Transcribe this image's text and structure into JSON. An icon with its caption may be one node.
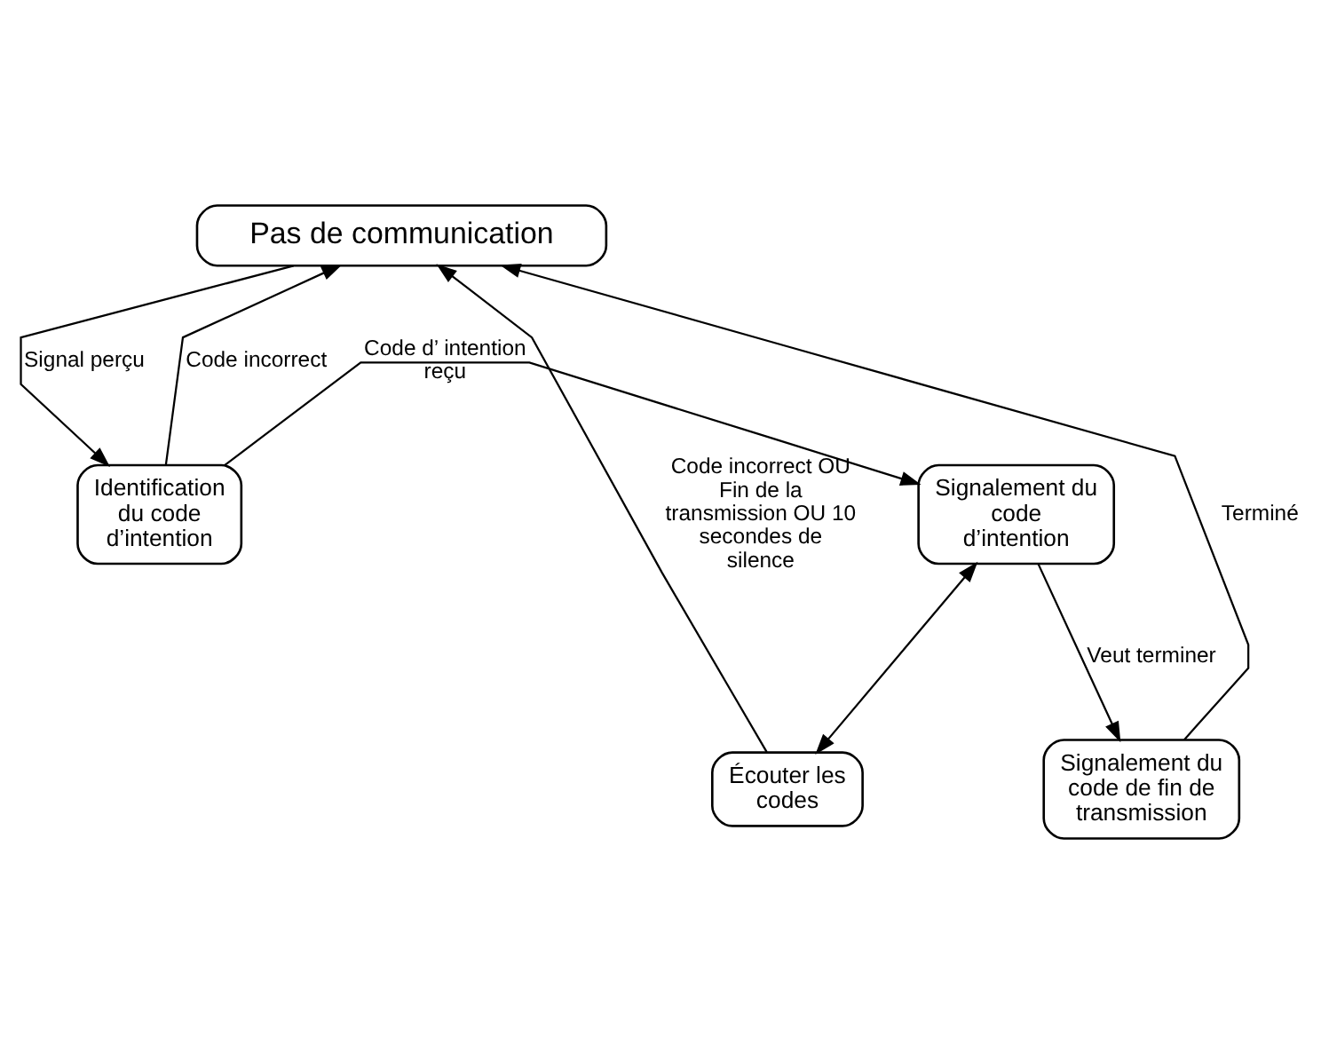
{
  "diagram": {
    "nodes": [
      {
        "text": [
          "Pas de communication"
        ]
      },
      {
        "text": [
          "Identification du code d’intention"
        ]
      },
      {
        "text": [
          "Signalement du code d’intention"
        ]
      },
      {
        "text": [
          "Écouter les codes"
        ]
      },
      {
        "text": [
          "Signalement du code de fin de transmission"
        ]
      }
    ],
    "edges": [
      {
        "from": 3,
        "to": 0,
        "arrow": "to",
        "label": "Code incorrect OU Fin de la transmission OU 10 secondes de silence"
      },
      {
        "from": 1,
        "to": 0,
        "arrow": "to",
        "label": "Code incorrect"
      },
      {
        "from": 0,
        "to": 1,
        "arrow": "to",
        "label": "Signal perçu"
      },
      {
        "from": 1,
        "to": 2,
        "arrow": "to",
        "label": "Code d’ intention reçu"
      },
      {
        "from": 3,
        "to": 2,
        "arrow": "both"
      },
      {
        "from": 2,
        "to": 4,
        "arrow": "to",
        "label": "Veut terminer"
      },
      {
        "from": 4,
        "to": 0,
        "arrow": "to",
        "label": "Terminé"
      }
    ]
  }
}
